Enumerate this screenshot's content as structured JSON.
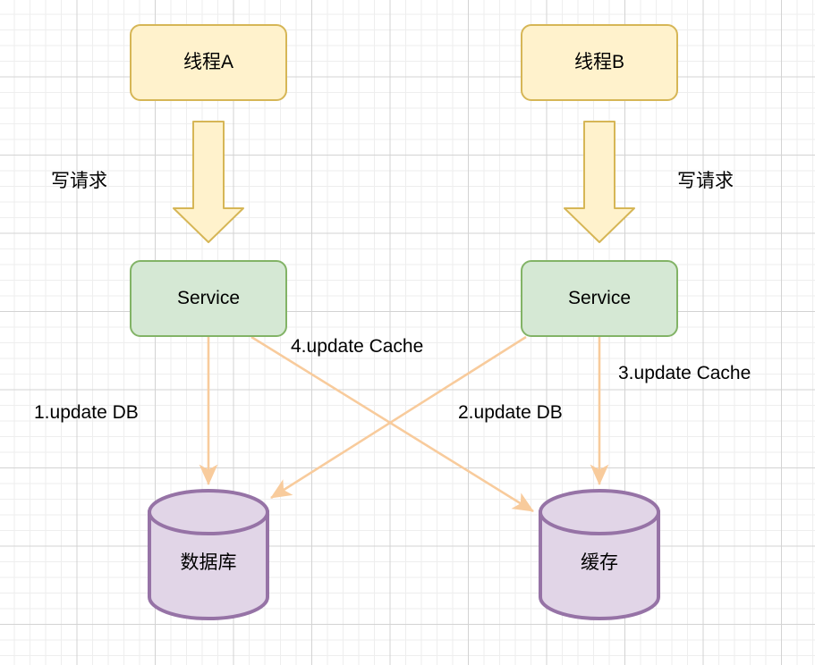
{
  "diagram": {
    "title": "Cache and DB concurrent write ordering diagram",
    "colors": {
      "thread_fill": "#fff2cc",
      "thread_stroke": "#d6b656",
      "service_fill": "#d5e8d4",
      "service_stroke": "#82b366",
      "store_fill": "#e1d5e7",
      "store_stroke": "#9673a6",
      "arrow_stroke": "#f8cb9c",
      "block_arrow_fill": "#fff2cc",
      "block_arrow_stroke": "#d6b656",
      "grid_minor": "#eeeeee",
      "grid_major": "#d3d3d3",
      "text": "#000000"
    },
    "nodes": {
      "thread_a": {
        "label": "线程A"
      },
      "thread_b": {
        "label": "线程B"
      },
      "service_left": {
        "label": "Service"
      },
      "service_right": {
        "label": "Service"
      },
      "database": {
        "label": "数据库"
      },
      "cache": {
        "label": "缓存"
      }
    },
    "edge_labels": {
      "write_request_left": "写请求",
      "write_request_right": "写请求",
      "step1": "1.update DB",
      "step2": "2.update DB",
      "step3": "3.update Cache",
      "step4": "4.update Cache"
    }
  }
}
